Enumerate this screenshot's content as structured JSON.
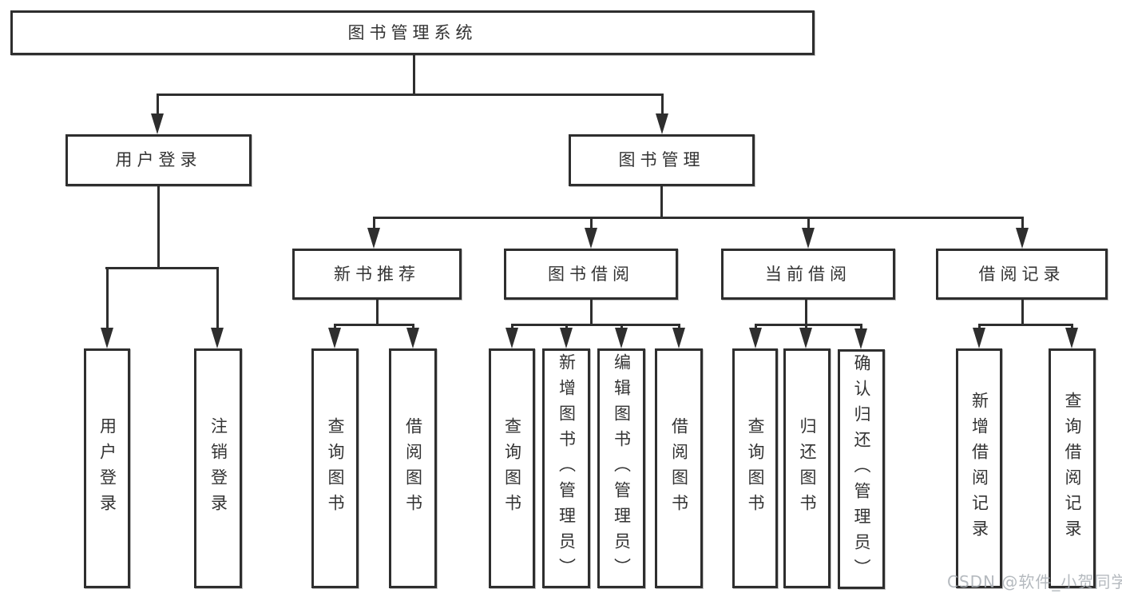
{
  "tree": {
    "root": {
      "label": "图书管理系统"
    },
    "branches": [
      {
        "label": "用户登录",
        "leaves": [
          "用户登录",
          "注销登录"
        ]
      },
      {
        "label": "图书管理",
        "groups": [
          {
            "label": "新书推荐",
            "leaves": [
              "查询图书",
              "借阅图书"
            ]
          },
          {
            "label": "图书借阅",
            "leaves": [
              "查询图书",
              "新增图书（管理员）",
              "编辑图书（管理员）",
              "借阅图书"
            ]
          },
          {
            "label": "当前借阅",
            "leaves": [
              "查询图书",
              "归还图书",
              "确认归还（管理员）"
            ]
          },
          {
            "label": "借阅记录",
            "leaves": [
              "新增借阅记录",
              "查询借阅记录"
            ]
          }
        ]
      }
    ]
  },
  "watermark": {
    "text": "CSDN @软件_小贺同学",
    "color": "#a9aeb4"
  },
  "colors": {
    "line": "#2e2e2e",
    "text": "#333333",
    "background": "#ffffff"
  }
}
